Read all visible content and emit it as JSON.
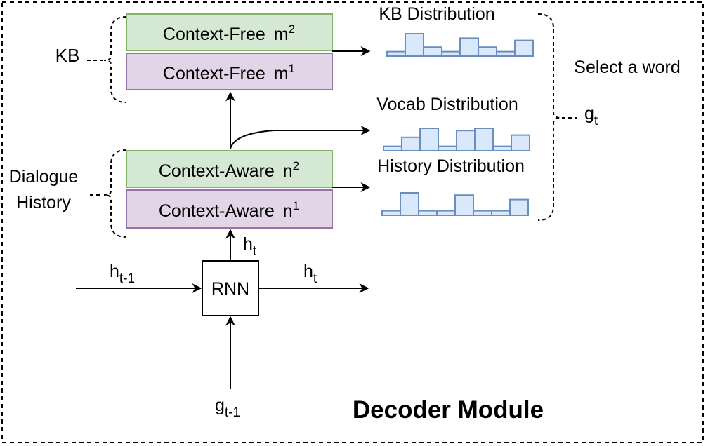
{
  "title": "Decoder Module",
  "kb_label": "KB",
  "dialogue_history_label": [
    "Dialogue",
    "History"
  ],
  "kb_memory": {
    "top": {
      "base": "Context-Free",
      "var": "m",
      "sup": "2"
    },
    "bottom": {
      "base": "Context-Free",
      "var": "m",
      "sup": "1"
    }
  },
  "dialogue_memory": {
    "top": {
      "base": "Context-Aware",
      "var": "n",
      "sup": "2"
    },
    "bottom": {
      "base": "Context-Aware",
      "var": "n",
      "sup": "1"
    }
  },
  "rnn_label": "RNN",
  "inputs": {
    "h_prev": {
      "base": "h",
      "sub": "t-1"
    },
    "h_out": {
      "base": "h",
      "sub": "t"
    },
    "h_up": {
      "base": "h",
      "sub": "t"
    },
    "g_prev": {
      "base": "g",
      "sub": "t-1"
    }
  },
  "distributions": {
    "kb": {
      "label": "KB Distribution",
      "values": [
        1,
        5,
        2,
        1,
        4,
        2,
        1,
        3.5
      ]
    },
    "vocab": {
      "label": "Vocab Distribution",
      "values": [
        1,
        3,
        5,
        1,
        4.5,
        5,
        1,
        3.5
      ]
    },
    "history": {
      "label": "History Distribution",
      "values": [
        1,
        5,
        1,
        1,
        4.5,
        1,
        1,
        3.5
      ]
    }
  },
  "select_word": "Select a word",
  "gate": {
    "base": "g",
    "sub": "t"
  },
  "colors": {
    "green_fill": "#d5e8d4",
    "green_stroke": "#82b366",
    "purple_fill": "#e1d5e7",
    "purple_stroke": "#9673a6",
    "bar_fill": "#dae8fc",
    "bar_stroke": "#6c8ebf"
  }
}
